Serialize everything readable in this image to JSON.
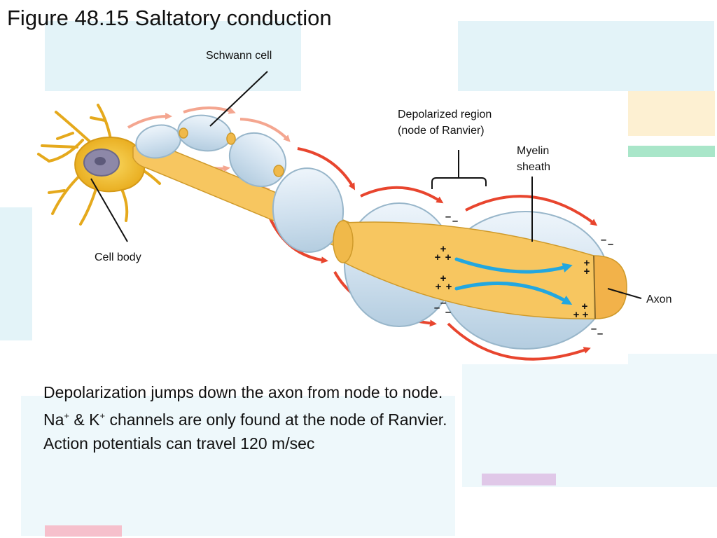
{
  "title": "Figure 48.15 Saltatory conduction",
  "labels": {
    "schwann_cell": "Schwann cell",
    "depolarized_line1": "Depolarized region",
    "depolarized_line2": "(node of Ranvier)",
    "myelin_line1": "Myelin",
    "myelin_line2": "sheath",
    "cell_body": "Cell body",
    "axon": "Axon"
  },
  "caption": {
    "line1": "Depolarization jumps down the axon from node to node.",
    "line2_na": "Na",
    "line2_amp": " & K",
    "line2_rest": " channels are only found at the node of Ranvier.",
    "sup_plus": "+",
    "line3": "Action potentials can travel 120 m/sec"
  },
  "charge_symbols": {
    "plus": "+",
    "minus": "–"
  },
  "colors": {
    "axon_fill": "#f7c660",
    "myelin_fill": "#d6e6f1",
    "myelin_stroke": "#98b6ca",
    "signal_arrow": "#e8452e",
    "current_arrow": "#22a7e0",
    "cell_body": "#f3c12c"
  }
}
